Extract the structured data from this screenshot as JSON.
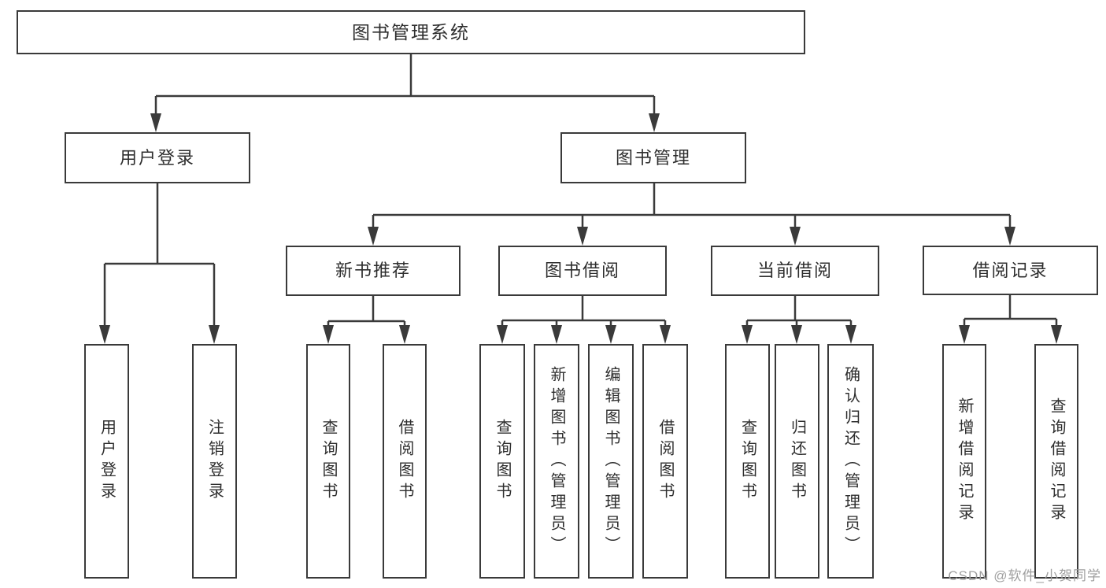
{
  "diagram": {
    "type": "tree-structure-chart",
    "title": "图书管理系统",
    "colors": {
      "line": "#3a3a3a",
      "box_border": "#3a3a3a",
      "box_fill": "#ffffff",
      "text": "#2e2e2e",
      "watermark_text": "#9f9f9f",
      "background": "#ffffff"
    },
    "nodes": {
      "root": {
        "label": "图书管理系统"
      },
      "level2": [
        {
          "label": "用户登录"
        },
        {
          "label": "图书管理"
        }
      ],
      "level3": [
        {
          "label": "新书推荐",
          "parent": "图书管理"
        },
        {
          "label": "图书借阅",
          "parent": "图书管理"
        },
        {
          "label": "当前借阅",
          "parent": "图书管理"
        },
        {
          "label": "借阅记录",
          "parent": "图书管理"
        }
      ],
      "leaves": [
        {
          "label": "用户登录",
          "parent": "用户登录"
        },
        {
          "label": "注销登录",
          "parent": "用户登录"
        },
        {
          "label": "查询图书",
          "parent": "新书推荐"
        },
        {
          "label": "借阅图书",
          "parent": "新书推荐"
        },
        {
          "label": "查询图书",
          "parent": "图书借阅"
        },
        {
          "label": "新增图书（管理员）",
          "parent": "图书借阅"
        },
        {
          "label": "编辑图书（管理员）",
          "parent": "图书借阅"
        },
        {
          "label": "借阅图书",
          "parent": "图书借阅"
        },
        {
          "label": "查询图书",
          "parent": "当前借阅"
        },
        {
          "label": "归还图书",
          "parent": "当前借阅"
        },
        {
          "label": "确认归还（管理员）",
          "parent": "当前借阅"
        },
        {
          "label": "新增借阅记录",
          "parent": "借阅记录"
        },
        {
          "label": "查询借阅记录",
          "parent": "借阅记录"
        }
      ]
    },
    "watermark": {
      "text": "CSDN @软件_小贺同学"
    }
  }
}
